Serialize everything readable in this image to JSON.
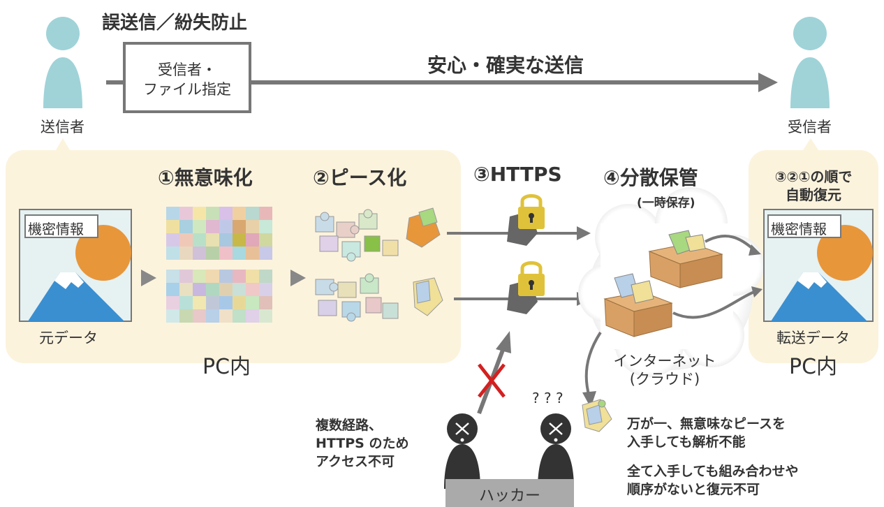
{
  "header": {
    "prevention_title": "誤送信／紛失防止",
    "spec_box": [
      "受信者・",
      "ファイル指定"
    ],
    "secure_send": "安心・確実な送信"
  },
  "people": {
    "sender": "送信者",
    "receiver": "受信者",
    "hacker": "ハッカー"
  },
  "steps": {
    "s1": "①無意味化",
    "s2": "②ピース化",
    "s3": "③HTTPS",
    "s4": "④分散保管",
    "s4_note": "(一時保存)"
  },
  "left_panel": {
    "doc_label": "機密情報",
    "caption": "元データ",
    "pc_label": "PC内"
  },
  "right_panel": {
    "restore": [
      "③②①の順で",
      "自動復元"
    ],
    "doc_label": "機密情報",
    "caption": "転送データ",
    "pc_label": "PC内"
  },
  "cloud": {
    "label": [
      "インターネット",
      "(クラウド)"
    ]
  },
  "notes": {
    "access": [
      "複数経路、",
      "HTTPS のため",
      "アクセス不可"
    ],
    "analysis": [
      "万が一、無意味なピースを",
      "入手しても解析不能"
    ],
    "restore": [
      "全て入手しても組み合わせや",
      "順序がないと復元不可"
    ],
    "question_marks": "? ? ?"
  },
  "colors": {
    "panel_bg": "#fcf3dd",
    "person": "#9fd3d8",
    "hacker": "#333333",
    "arrow": "#777777",
    "lock": "#e0c23a",
    "box": "#d9a066",
    "sun": "#e8963a",
    "mountain": "#3a8fd0"
  }
}
